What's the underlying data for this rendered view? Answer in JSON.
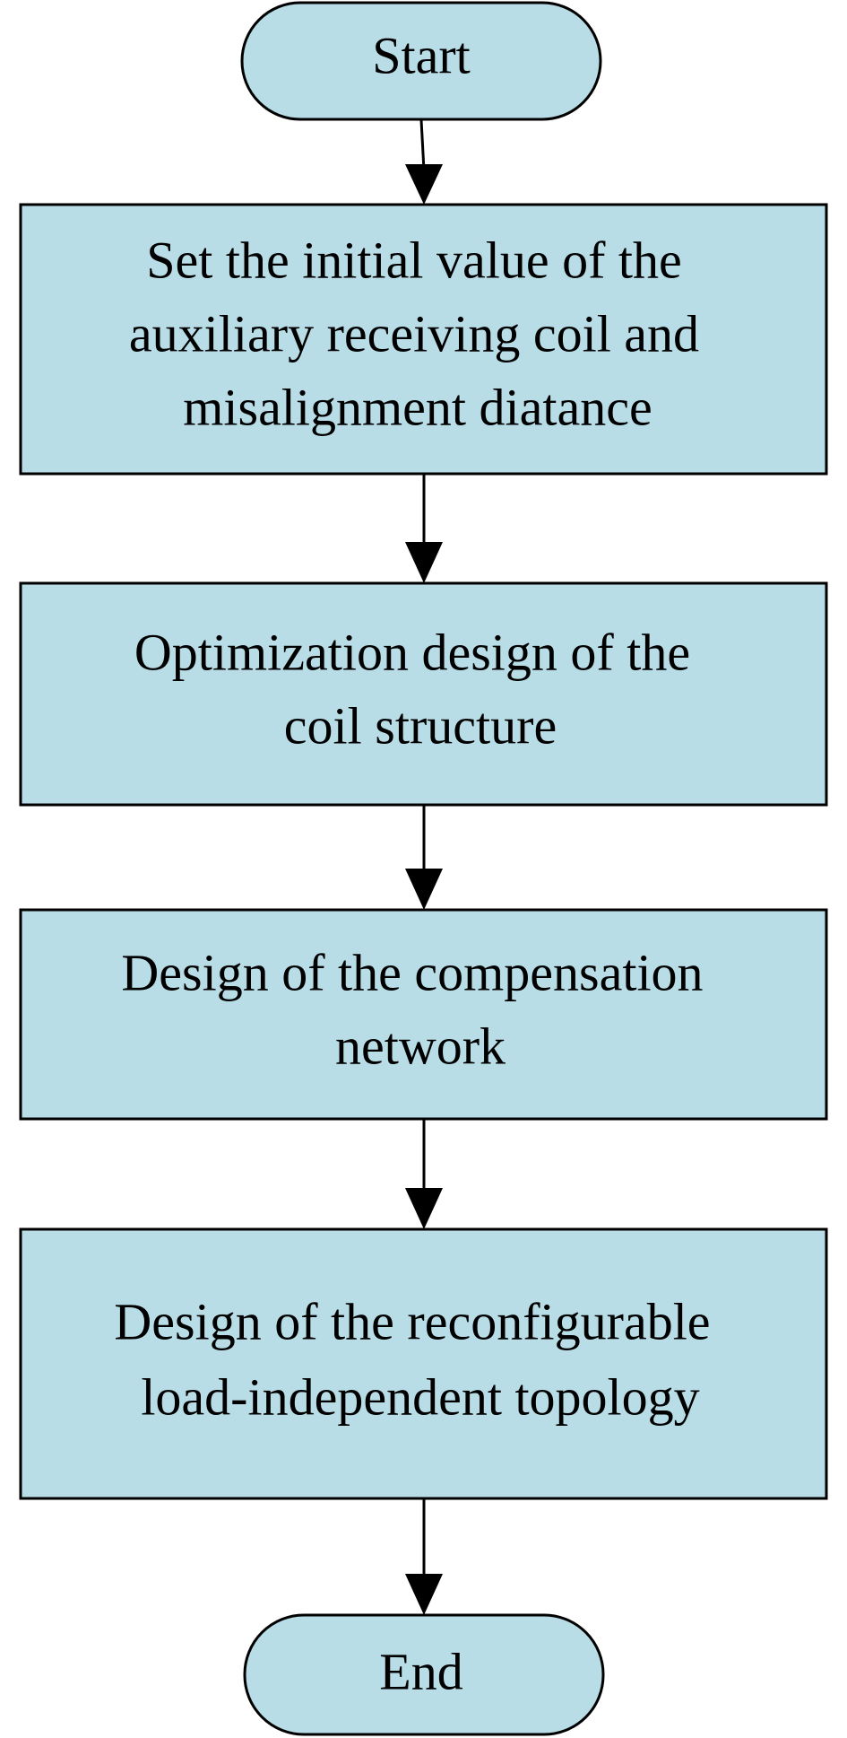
{
  "flowchart": {
    "colors": {
      "fill": "#b8dde7",
      "stroke": "#000000",
      "text": "#000000",
      "background": "#ffffff"
    },
    "start": {
      "label": "Start"
    },
    "steps": [
      {
        "lines": [
          "Set the initial value of the",
          "auxiliary receiving coil and",
          "misalignment diatance"
        ]
      },
      {
        "lines": [
          "Optimization design of the",
          "coil structure"
        ]
      },
      {
        "lines": [
          "Design of the compensation",
          "network"
        ]
      },
      {
        "lines": [
          "Design of the reconfigurable",
          "load-independent topology"
        ]
      }
    ],
    "end": {
      "label": "End"
    }
  }
}
